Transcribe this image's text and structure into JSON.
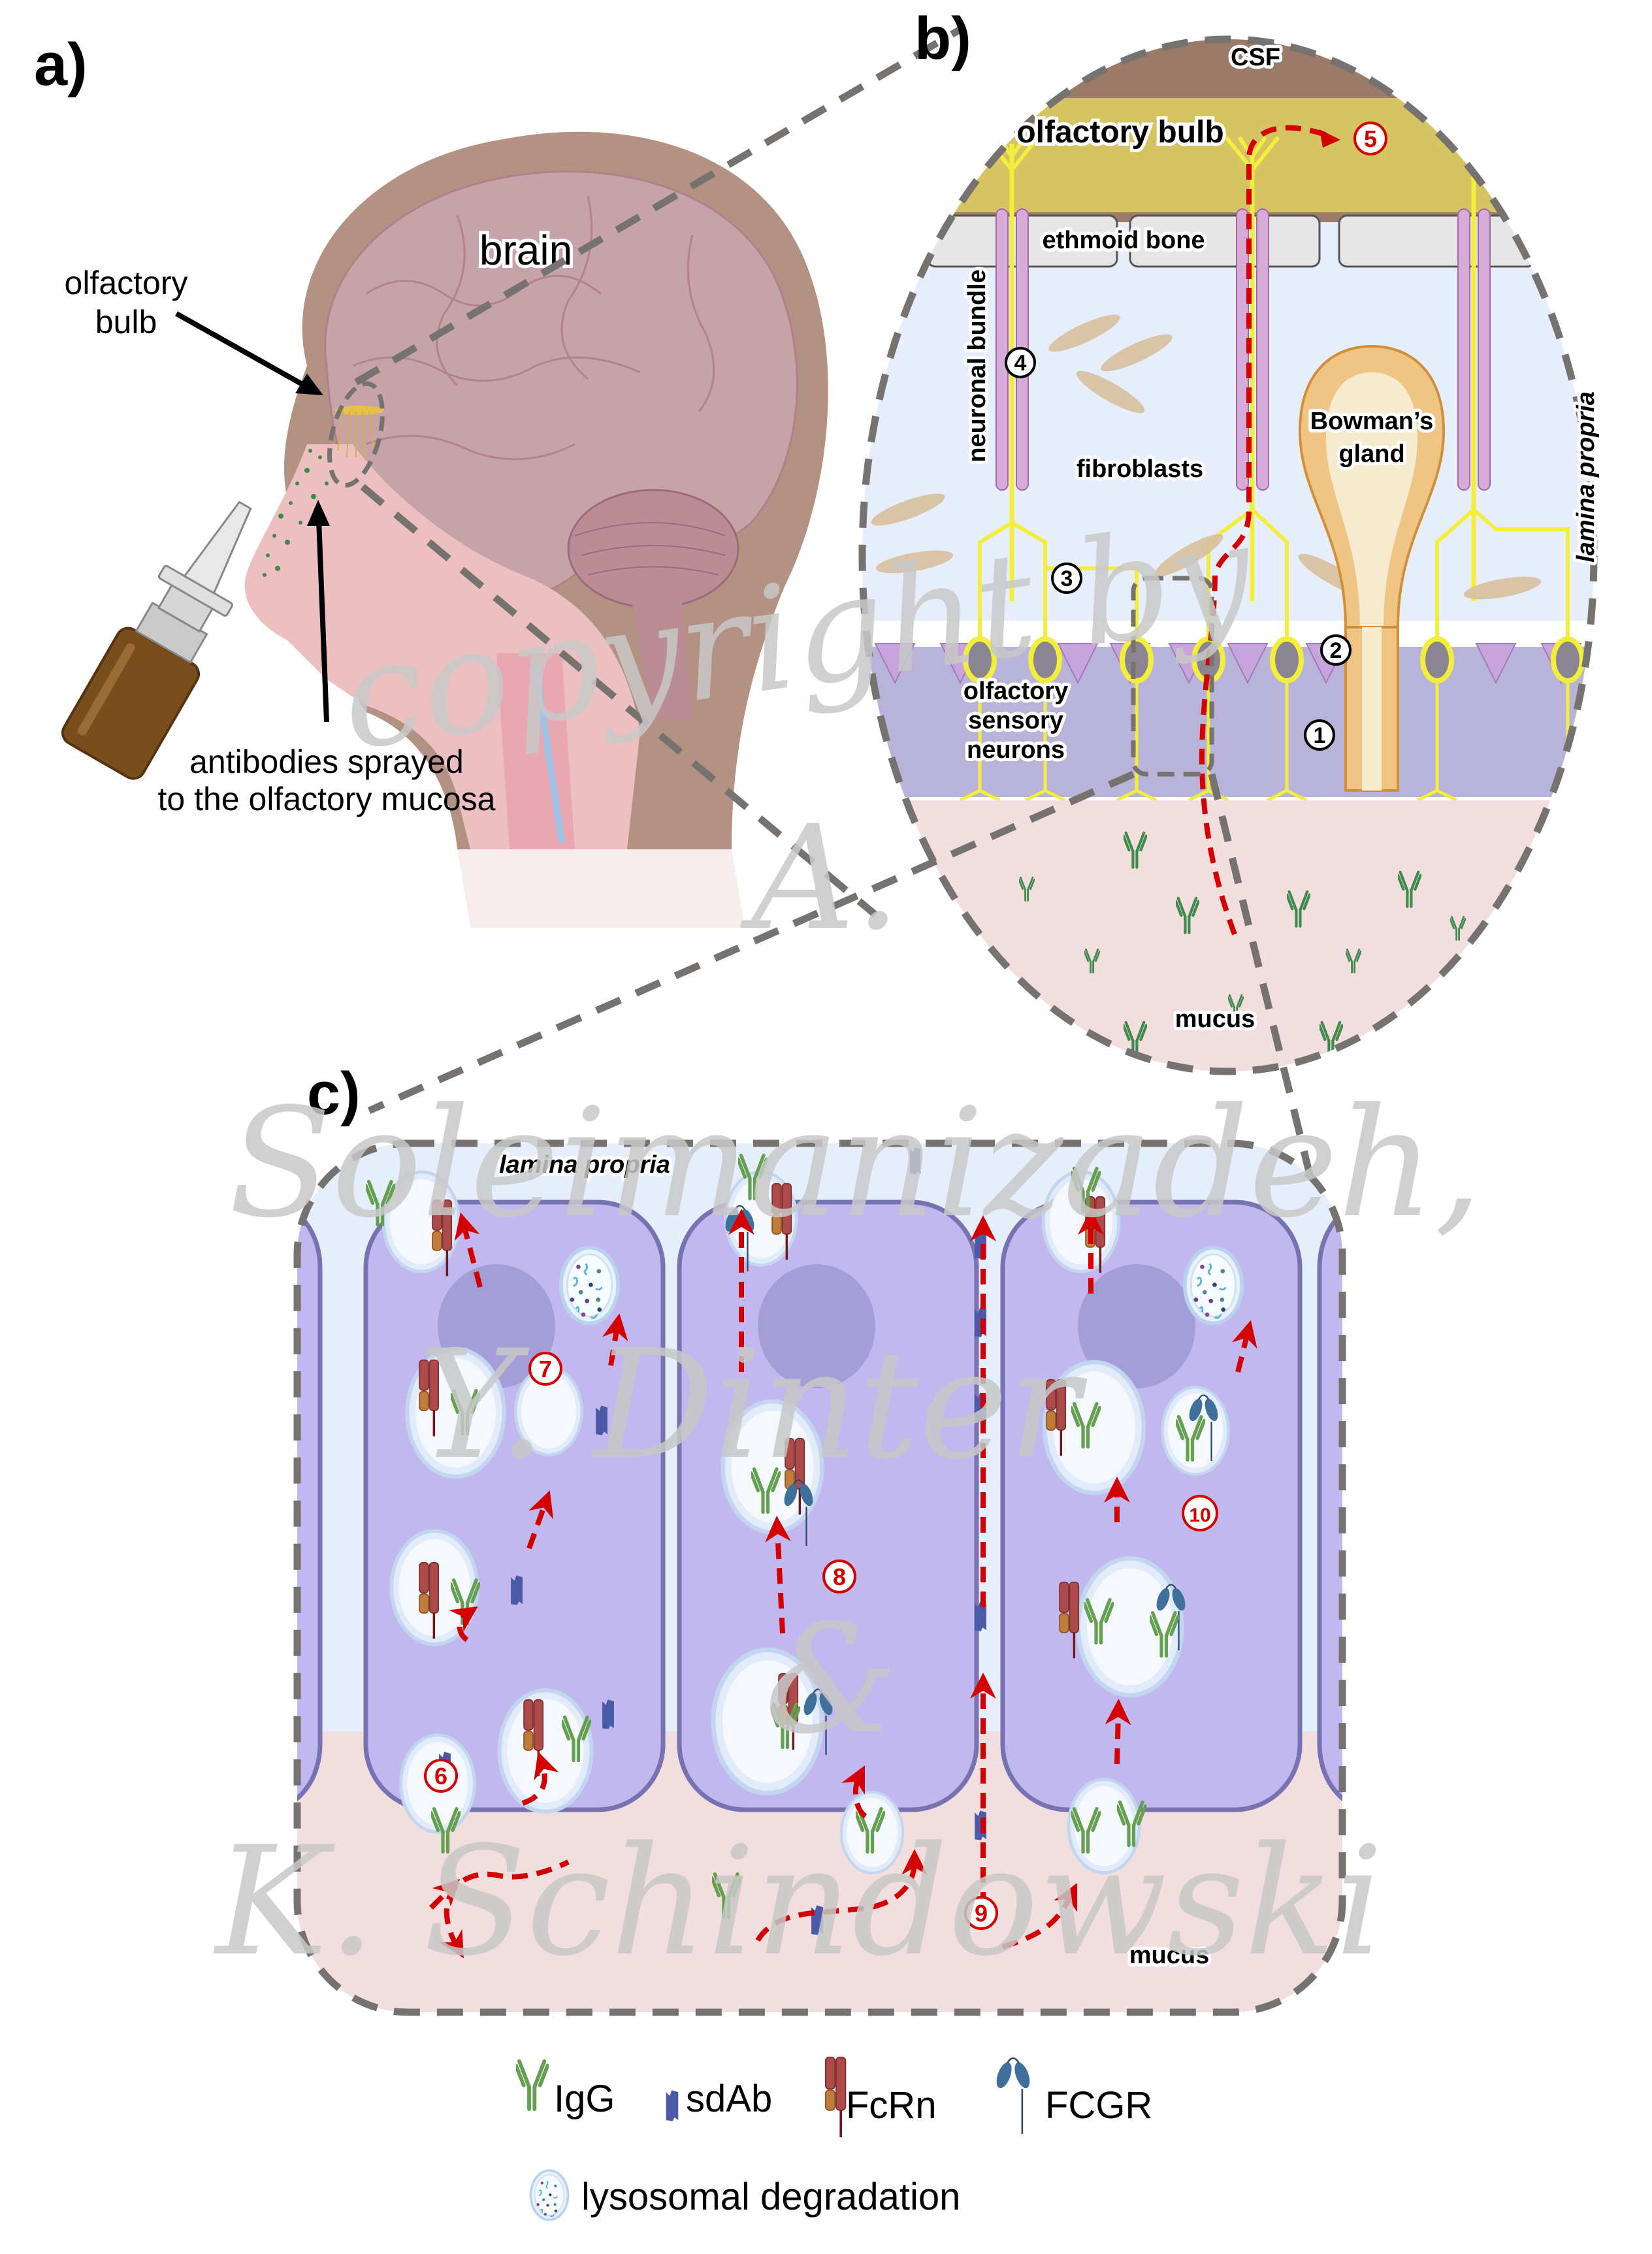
{
  "figure": {
    "panels": {
      "a": {
        "label": "a)",
        "labels": {
          "brain": "brain",
          "olfactory_bulb_line1": "olfactory",
          "olfactory_bulb_line2": "bulb",
          "sprayed_line1": "antibodies sprayed",
          "sprayed_line2": "to the olfactory mucosa"
        }
      },
      "b": {
        "label": "b)",
        "labels": {
          "csf": "CSF",
          "olfactory_bulb": "olfactory bulb",
          "ethmoid_bone": "ethmoid bone",
          "neuronal_bundle": "neuronal bundle",
          "fibroblasts": "fibroblasts",
          "bowmans_gland_line1": "Bowman’s",
          "bowmans_gland_line2": "gland",
          "lamina_propria": "lamina propria",
          "osn_line1": "olfactory",
          "osn_line2": "sensory",
          "osn_line3": "neurons",
          "mucus": "mucus"
        },
        "markers": {
          "m1": "1",
          "m2": "2",
          "m3": "3",
          "m4": "4",
          "m5": "5"
        }
      },
      "c": {
        "label": "c)",
        "labels": {
          "lamina_propria": "lamina propria",
          "mucus": "mucus"
        },
        "markers": {
          "m6": "6",
          "m7": "7",
          "m8": "8",
          "m9": "9",
          "m10": "10"
        }
      }
    },
    "legend": {
      "items": [
        {
          "icon": "igg-antibody-icon",
          "label": "IgG"
        },
        {
          "icon": "sdab-icon",
          "label": "sdAb"
        },
        {
          "icon": "fcrn-receptor-icon",
          "label": "FcRn"
        },
        {
          "icon": "fcgr-receptor-icon",
          "label": "FCGR"
        },
        {
          "icon": "lysosome-icon",
          "label": "lysosomal degradation"
        }
      ]
    },
    "watermark": {
      "line1": "copyright by",
      "line2": "A.",
      "line3": "Soleimanizadeh,",
      "line4": "Y. Dinter",
      "line5": "&",
      "line6": "K. Schindowski"
    },
    "colors": {
      "csf": "#9b7b67",
      "olfactory_bulb": "#d5c462",
      "bone": "#e6e6e6",
      "lamina_propria": "#e6eefb",
      "epithelium": "#b8b3d8",
      "support_cell": "#c9a3dc",
      "neuron_yellow": "#f3ee3b",
      "mucus": "#f2dede",
      "igg_green": "#3f8a4c",
      "igg_legend_green": "#64a04f",
      "sdab_blue": "#4b5aa6",
      "fcrn_red": "#ad4b4b",
      "fcrn_orange": "#c37b3a",
      "fcgr_blue": "#3f6f9b",
      "cell_purple": "#c0b8ee",
      "cell_border": "#7772b2",
      "path_red": "#d40000",
      "dash_gray": "#767270",
      "bottle_brown": "#7a4d1c"
    }
  }
}
